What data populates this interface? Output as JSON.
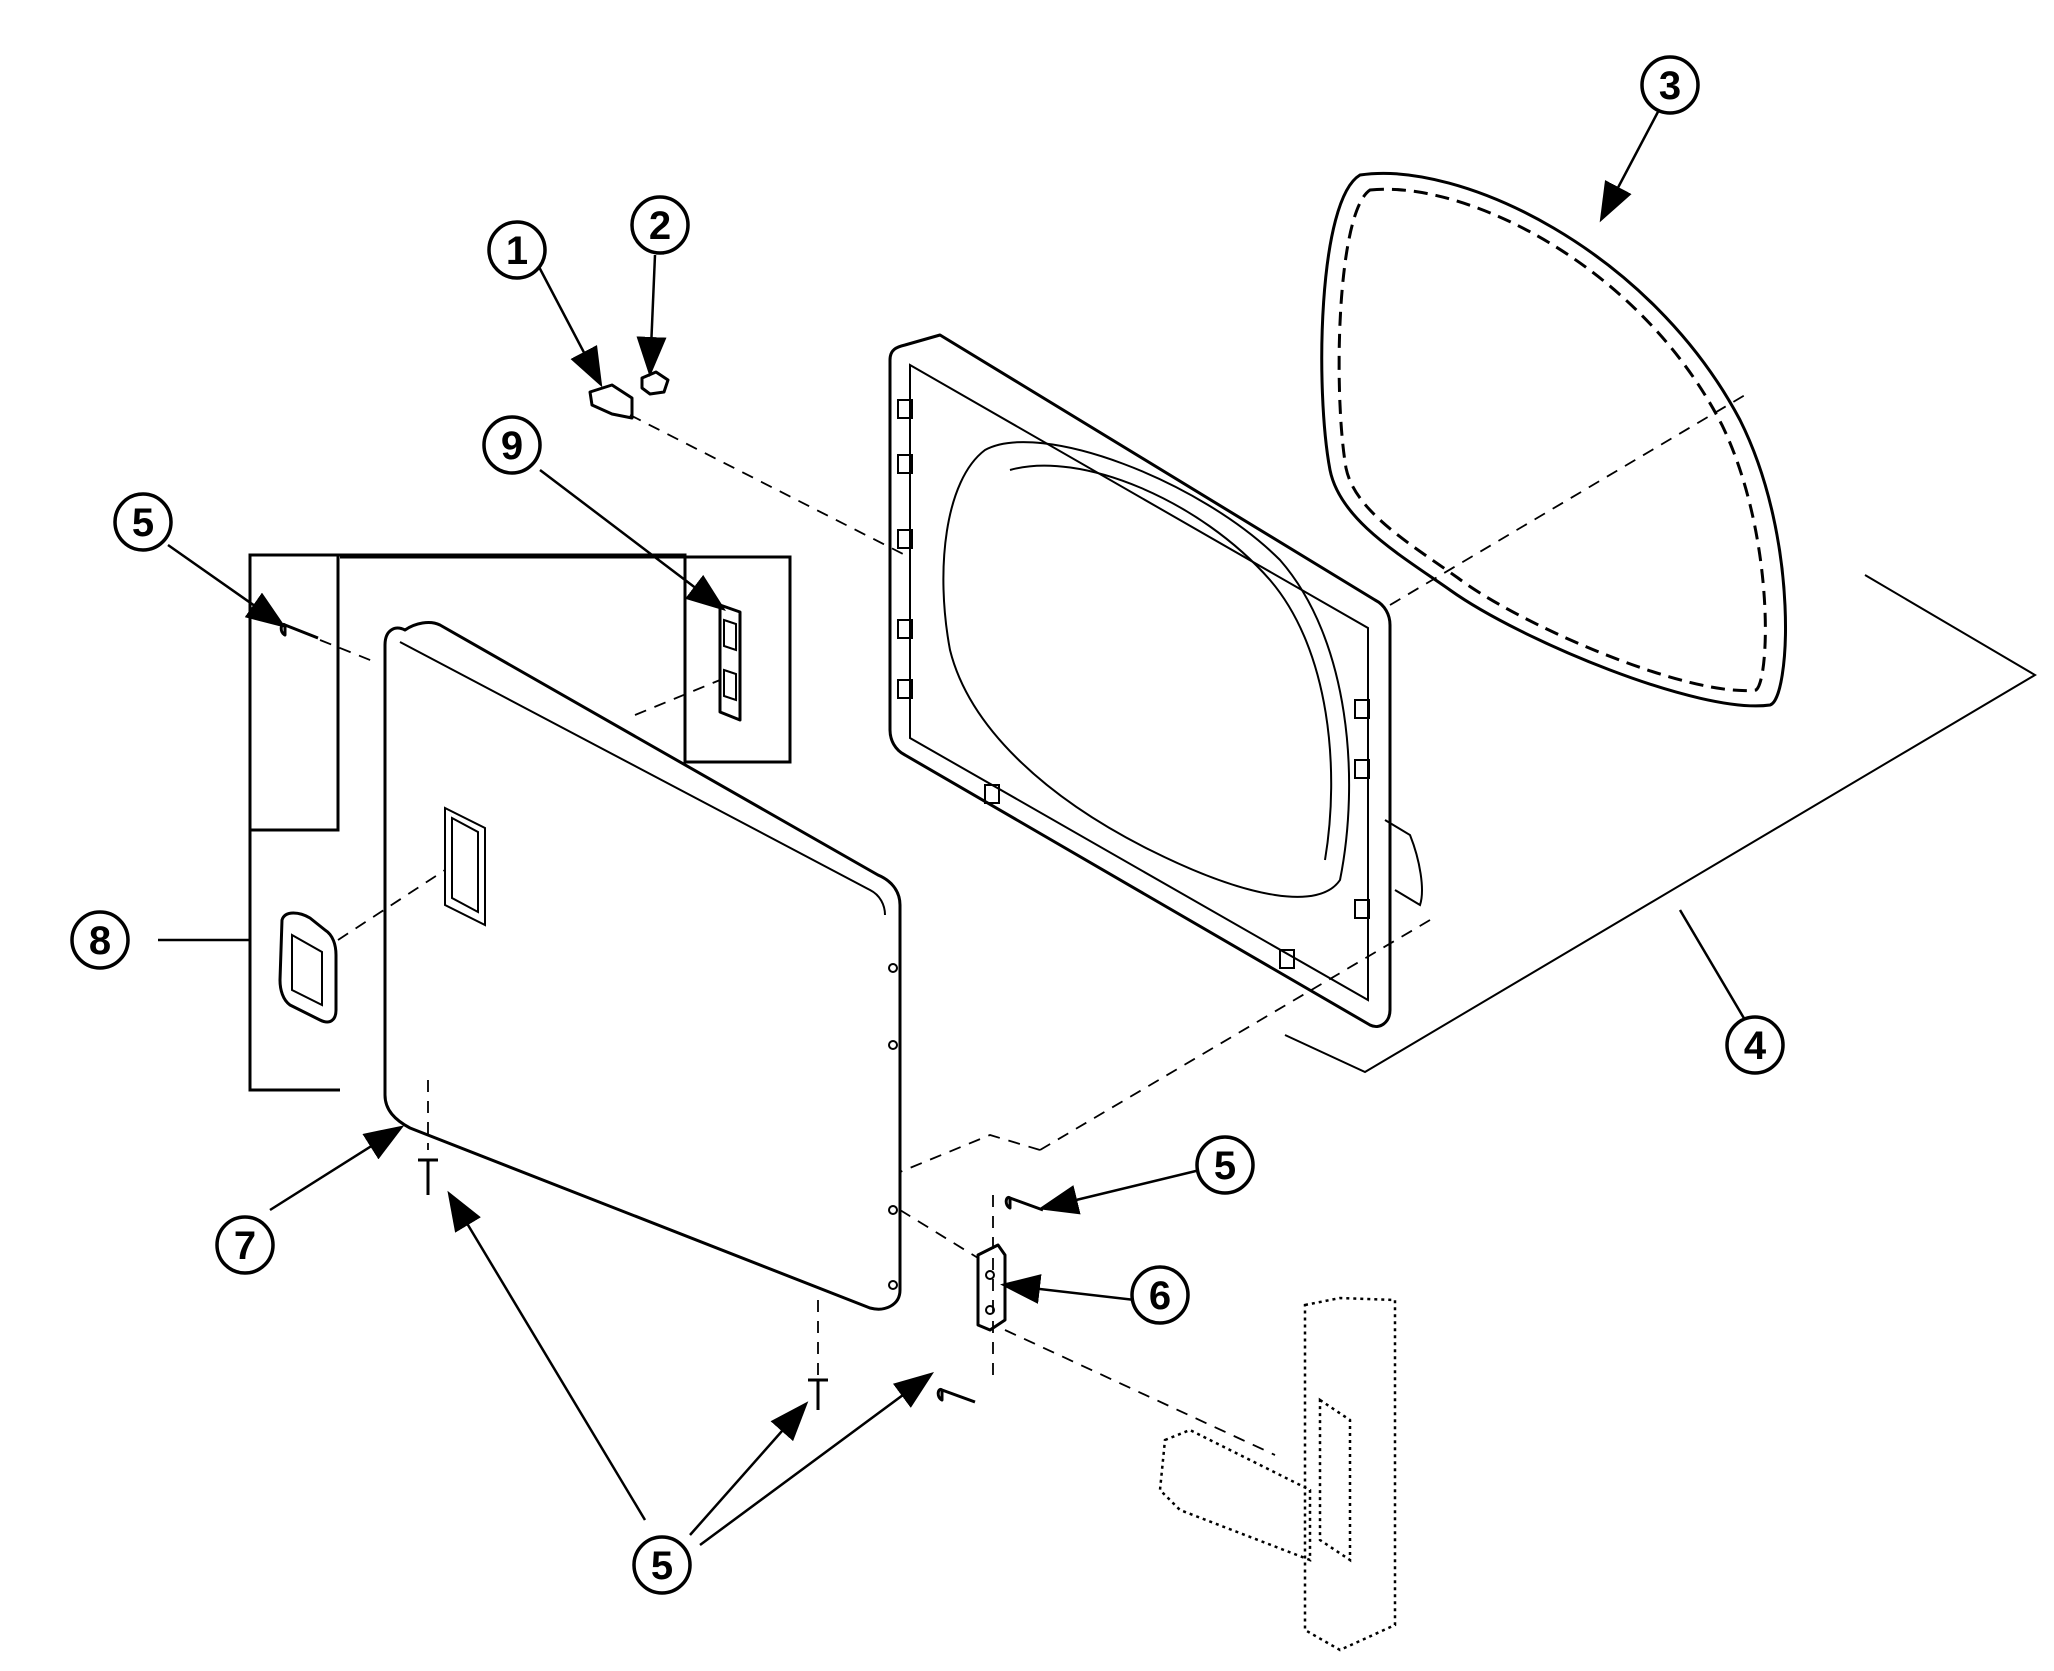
{
  "callouts": [
    {
      "id": "callout-1",
      "label": "1"
    },
    {
      "id": "callout-2",
      "label": "2"
    },
    {
      "id": "callout-3",
      "label": "3"
    },
    {
      "id": "callout-4",
      "label": "4"
    },
    {
      "id": "callout-5a",
      "label": "5"
    },
    {
      "id": "callout-5b",
      "label": "5"
    },
    {
      "id": "callout-5c",
      "label": "5"
    },
    {
      "id": "callout-6",
      "label": "6"
    },
    {
      "id": "callout-7",
      "label": "7"
    },
    {
      "id": "callout-8",
      "label": "8"
    },
    {
      "id": "callout-9",
      "label": "9"
    }
  ],
  "colors": {
    "line": "#000000",
    "background": "#ffffff"
  }
}
